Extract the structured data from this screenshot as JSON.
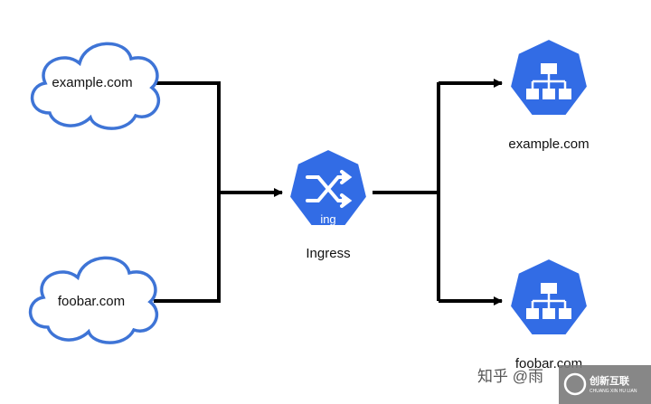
{
  "diagram": {
    "sources": [
      {
        "label": "example.com"
      },
      {
        "label": "foobar.com"
      }
    ],
    "hub": {
      "label": "Ingress",
      "icon_text": "ing",
      "icon": "ingress-shuffle-icon"
    },
    "targets": [
      {
        "label": "example.com",
        "icon": "service-hierarchy-icon"
      },
      {
        "label": "foobar.com",
        "icon": "service-hierarchy-icon"
      }
    ]
  },
  "colors": {
    "cloud_stroke": "#3e74d6",
    "node_fill": "#326ce5",
    "arrow": "#000000"
  },
  "watermark": {
    "text": "知乎 @雨",
    "brand": "创新互联",
    "brand_sub": "CHUANG XIN HU LIAN"
  }
}
